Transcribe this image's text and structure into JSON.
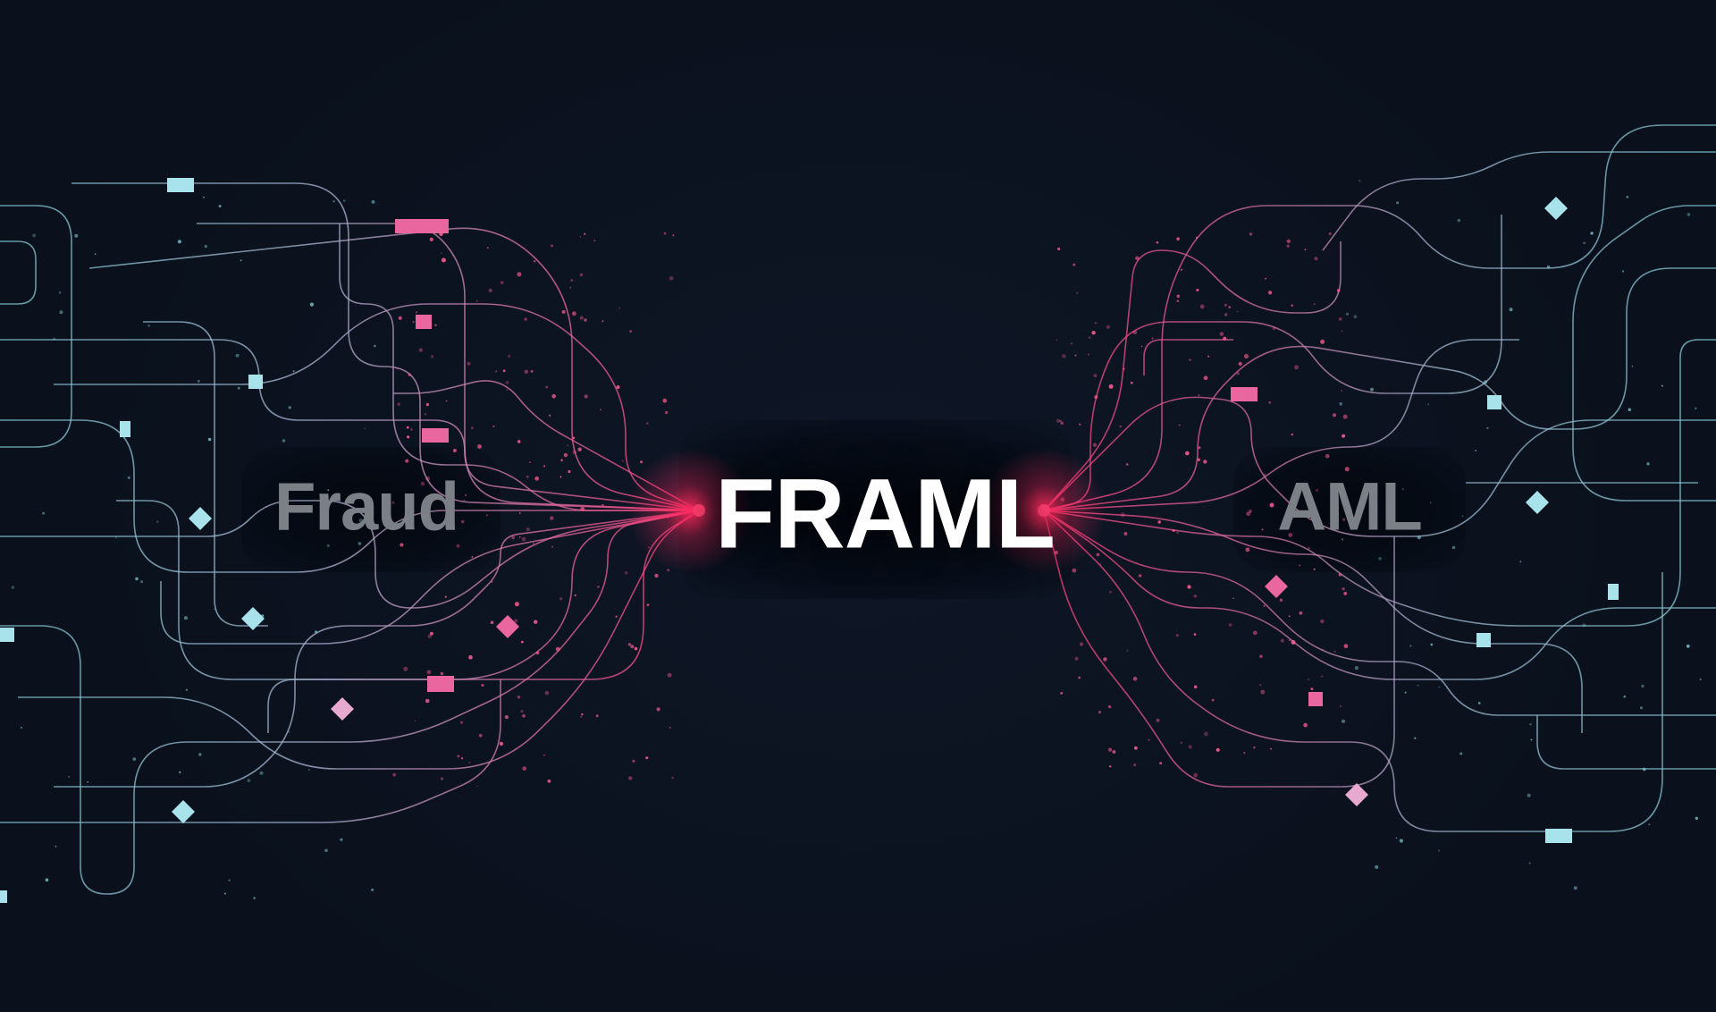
{
  "center_title": "FRAML",
  "left_word": "Fraud",
  "right_word": "AML",
  "colors": {
    "background": "#0d1522",
    "teal_line": "#7fc8d4",
    "pink_line": "#e0508e",
    "node_teal": "#a8e3ec",
    "node_pink": "#e9669f",
    "junction_glow": "#ff2a5f",
    "title_text": "#ffffff",
    "side_text": "#7b7f86"
  }
}
